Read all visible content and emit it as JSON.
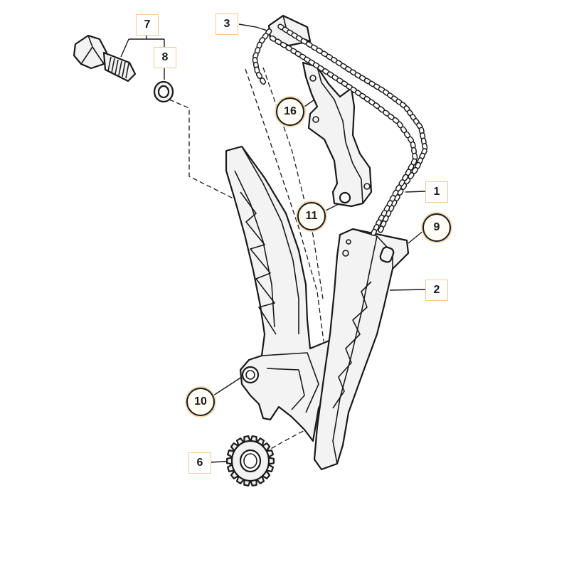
{
  "callouts": {
    "c1": "1",
    "c2": "2",
    "c3": "3",
    "c6": "6",
    "c7": "7",
    "c8": "8",
    "c9": "9",
    "c10": "10",
    "c11": "11",
    "c16": "16"
  },
  "colors": {
    "line": "#1a1a1a",
    "part_fill": "#f3f3f3",
    "callout_border": "#f2c999"
  }
}
